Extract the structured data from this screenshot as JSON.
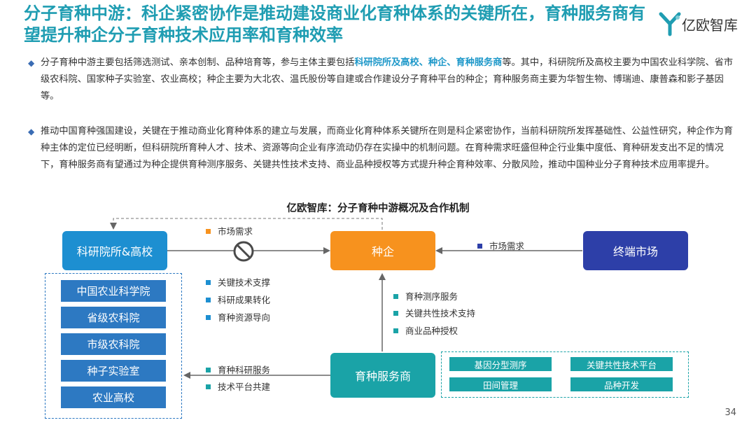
{
  "title": "分子育种中游：科企紧密协作是推动建设商业化育种体系的关键所在，育种服务商有望提升种企分子育种技术应用率和育种效率",
  "logo": {
    "text": "亿欧智库",
    "icon": "yiou-logo-icon"
  },
  "paragraph1": {
    "pre": "分子育种中游主要包括筛选测试、亲本创制、品种培育等，参与主体主要包括",
    "highlight": "科研院所及高校、种企、育种服务商",
    "post": "等。其中，科研院所及高校主要为中国农业科学院、省市级农科院、国家种子实验室、农业高校；种企主要为大北农、温氏股份等自建或合作建设分子育种平台的种企；育种服务商主要为华智生物、博瑞迪、康普森和影子基因等。"
  },
  "paragraph2": "推动中国育种强国建设，关键在于推动商业化育种体系的建立与发展，而商业化育种体系关键所在则是科企紧密协作，当前科研院所发挥基础性、公益性研究，种企作为育种主体的定位已经明断，但科研院所育种人才、技术、资源等向企业有序流动仍存在实操中的机制问题。在育种需求旺盛但种企行业集中度低、育种研发支出不足的情况下，育种服务商有望通过为种企提供育种测序服务、关键共性技术支持、商业品种授权等方式提升种企育种效率、分散风险，推动中国种业分子育种技术应用率提升。",
  "diagram": {
    "subtitle": "亿欧智库：分子育种中游概况及合作机制",
    "nodes": {
      "research": "科研院所&高校",
      "seed_company": "种企",
      "terminal_market": "终端市场",
      "breeding_service": "育种服务商"
    },
    "institutions": [
      "中国农业科学院",
      "省级农科院",
      "市级农科院",
      "种子实验室",
      "农业高校"
    ],
    "labels": {
      "market_demand_top": "市场需求",
      "market_demand_right": "市场需求",
      "research_to_company": [
        "关键技术支撑",
        "科研成果转化",
        "育种资源导向"
      ],
      "service_to_company": [
        "育种测序服务",
        "关键共性技术支持",
        "商业品种授权"
      ],
      "service_to_research": [
        "育种科研服务",
        "技术平台共建"
      ]
    },
    "services": [
      "基因分型测序",
      "关键共性技术平台",
      "田间管理",
      "品种开发"
    ],
    "colors": {
      "research": "#1d8fd1",
      "seed_company": "#f7921e",
      "terminal_market": "#2d3fa8",
      "breeding_service": "#1aa3a7",
      "institution": "#2d79c2",
      "orange_marker": "#f7921e",
      "navy_marker": "#2d3fa8",
      "blue_marker": "#1d8fd1",
      "teal_marker": "#1aa3a7"
    }
  },
  "page_number": "34"
}
